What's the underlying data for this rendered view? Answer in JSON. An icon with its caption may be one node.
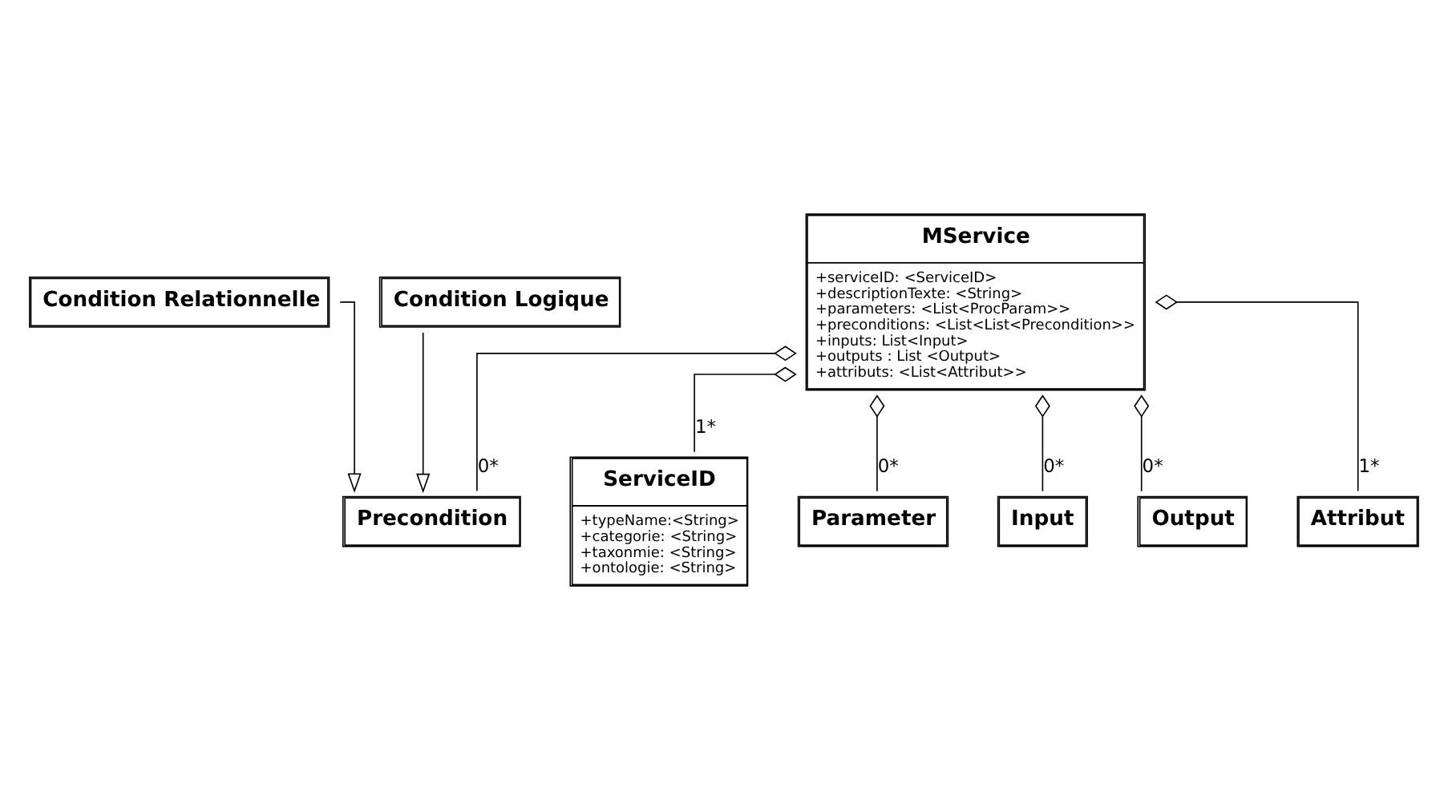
{
  "diagram": {
    "nodes": [
      {
        "text": [
          "MService",
          "+serviceID: <ServiceID>",
          "+descriptionTexte: <String>",
          "+parameters: <List<ProcParam>>",
          "+preconditions: <List<List<Precondition>>",
          "+inputs: List<Input>",
          "+outputs : List <Output>",
          "+attributs: <List<Attribut>>"
        ]
      },
      {
        "text": [
          "ServiceID",
          "+typeName:<String>",
          "+categorie: <String>",
          "+taxonmie: <String>",
          "+ontologie: <String>"
        ]
      },
      {
        "text": [
          "Parameter"
        ]
      },
      {
        "text": [
          "Precondition"
        ]
      },
      {
        "text": [
          "Input"
        ]
      },
      {
        "text": [
          "Output"
        ]
      },
      {
        "text": [
          "Attribut"
        ]
      },
      {
        "text": [
          "Condition Relationnelle"
        ]
      },
      {
        "text": [
          "Condition Logique"
        ]
      }
    ],
    "edges": [
      {
        "from": 0,
        "to": 1,
        "arrow": "other",
        "label": "1*"
      },
      {
        "from": 0,
        "to": 2,
        "arrow": "other",
        "label": "0*"
      },
      {
        "from": 0,
        "to": 3,
        "arrow": "other",
        "label": "0*"
      },
      {
        "from": 0,
        "to": 4,
        "arrow": "other",
        "label": "0*"
      },
      {
        "from": 0,
        "to": 5,
        "arrow": "other",
        "label": "0*"
      },
      {
        "from": 0,
        "to": 6,
        "arrow": "other",
        "label": "1*"
      },
      {
        "from": 7,
        "to": 3,
        "arrow": "to"
      },
      {
        "from": 8,
        "to": 3,
        "arrow": "to"
      }
    ]
  }
}
